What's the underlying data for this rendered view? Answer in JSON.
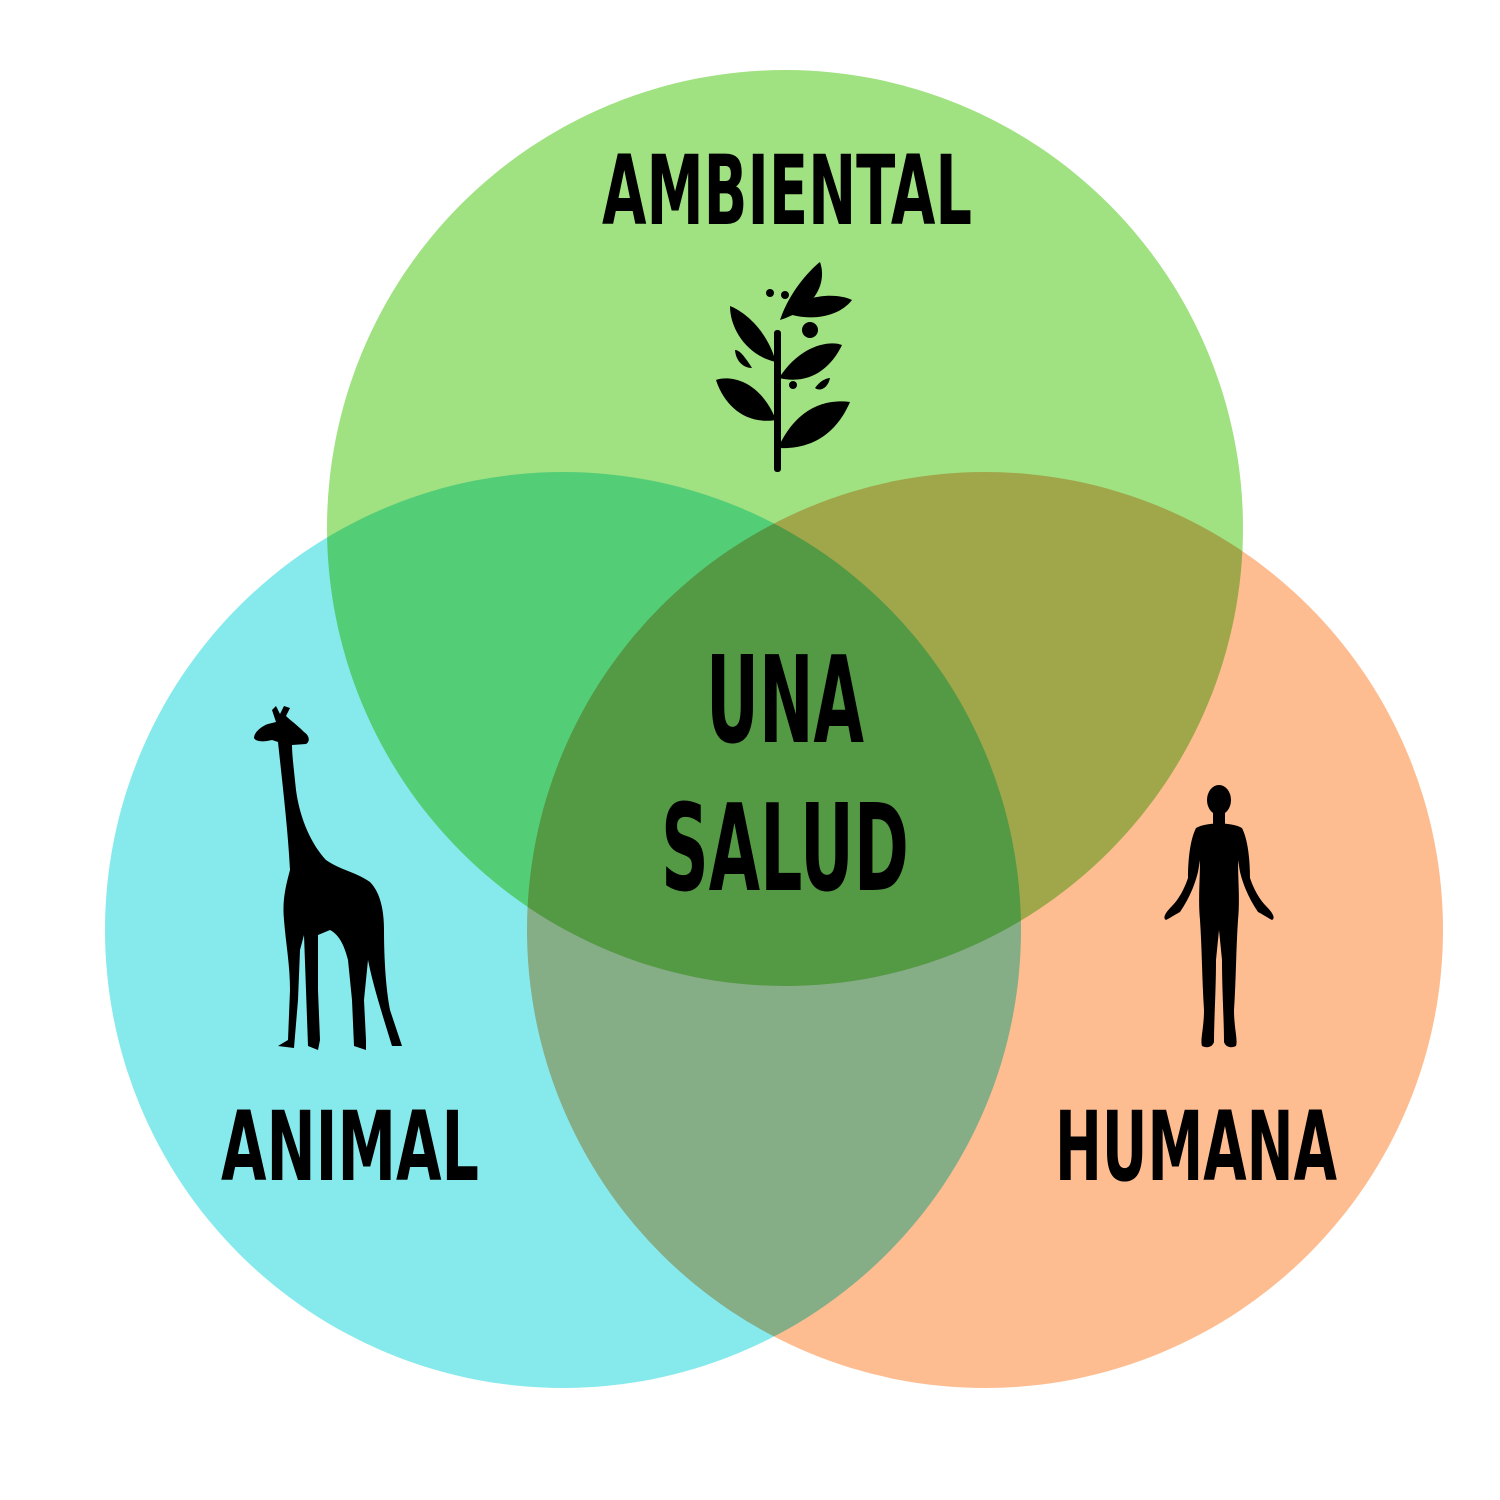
{
  "diagram": {
    "sets": [
      {
        "key": "ambiental",
        "label": "AMBIENTAL",
        "color": "#8fdc6b",
        "icon": "plant-icon"
      },
      {
        "key": "animal",
        "label": "ANIMAL",
        "color": "#7fe8eb",
        "icon": "giraffe-icon"
      },
      {
        "key": "humana",
        "label": "HUMANA",
        "color": "#fdb98b",
        "icon": "human-figure-icon"
      }
    ],
    "center": {
      "line1": "UNA",
      "line2": "SALUD"
    }
  }
}
